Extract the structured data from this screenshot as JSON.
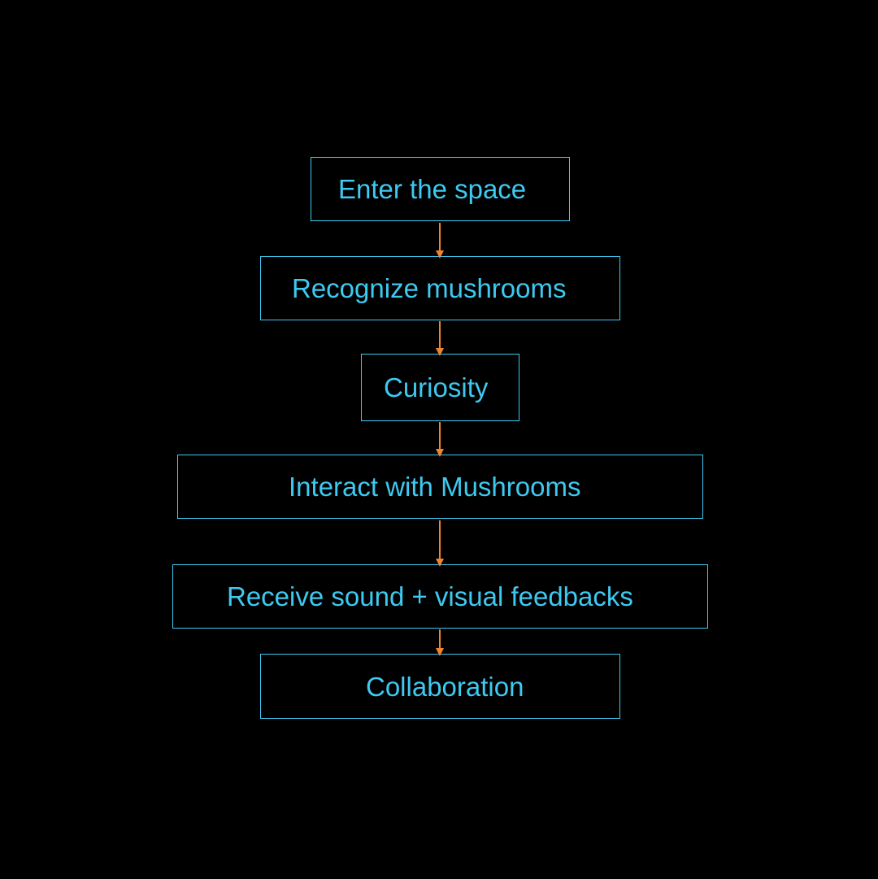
{
  "diagram": {
    "steps": [
      "Enter the space",
      "Recognize mushrooms",
      "Curiosity",
      "Interact with Mushrooms",
      "Receive sound + visual feedbacks",
      "Collaboration"
    ]
  },
  "colors": {
    "background": "#000000",
    "node_border": "#3ec9f0",
    "node_text": "#3ec9f0",
    "arrow": "#f0832c"
  }
}
